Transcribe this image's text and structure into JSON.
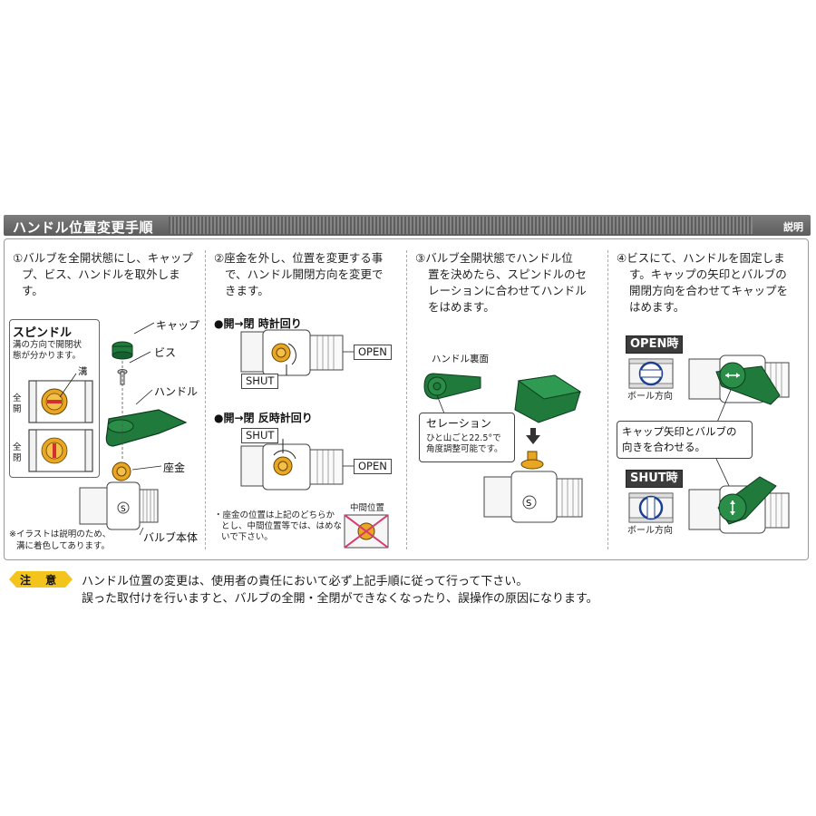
{
  "header": {
    "title": "ハンドル位置変更手順",
    "tag": "説明"
  },
  "step1": {
    "lines": [
      "①バルブを全開状態にし、キャップ",
      "プ、ビス、ハンドルを取外しま",
      "す。"
    ],
    "spindle_title": "スピンドル",
    "spindle_desc": [
      "溝の方向で開閉状",
      "態が分かります。"
    ],
    "groove": "溝",
    "full_open": "全開",
    "full_close": "全閉",
    "cap": "キャップ",
    "screw": "ビス",
    "handle": "ハンドル",
    "washer": "座金",
    "body": "バルブ本体",
    "footnote": [
      "※イラストは説明のため、",
      "溝に着色してあります。"
    ]
  },
  "step2": {
    "lines": [
      "②座金を外し、位置を変更する事",
      "で、ハンドル開閉方向を変更で",
      "きます。"
    ],
    "cw": "●開→閉 時計回り",
    "ccw": "●開→閉 反時計回り",
    "open": "OPEN",
    "shut": "SHUT",
    "note": [
      "・座金の位置は上記のどちらか",
      "とし、中間位置等では、はめな",
      "いで下さい。"
    ],
    "middle": "中間位置"
  },
  "step3": {
    "lines": [
      "③バルブ全開状態でハンドル位",
      "置を決めたら、スピンドルのセ",
      "レーションに合わせてハンドル",
      "をはめます。"
    ],
    "handle_back": "ハンドル裏面",
    "serration": "セレーション",
    "serration_desc": [
      "ひと山ごと22.5°で",
      "角度調整可能です。"
    ]
  },
  "step4": {
    "lines": [
      "④ビスにて、ハンドルを固定しま",
      "す。キャップの矢印とバルブの",
      "開閉方向を合わせてキャップを",
      "はめます。"
    ],
    "open_label": "OPEN時",
    "shut_label": "SHUT時",
    "ball_dir": "ボール方向",
    "callout": [
      "キャップ矢印とバルブの",
      "向きを合わせる。"
    ]
  },
  "caution": {
    "label": "注 意",
    "lines": [
      "ハンドル位置の変更は、使用者の責任において必ず上記手順に従って行って下さい。",
      "誤った取付けを行いますと、バルブの全開・全閉ができなくなったり、誤操作の原因になります。"
    ]
  },
  "colors": {
    "header": "#666666",
    "handle_green": "#1f7a3c",
    "brass": "#e5a020",
    "caution_yellow": "#f3c51c",
    "red_x": "#d63a6e"
  }
}
